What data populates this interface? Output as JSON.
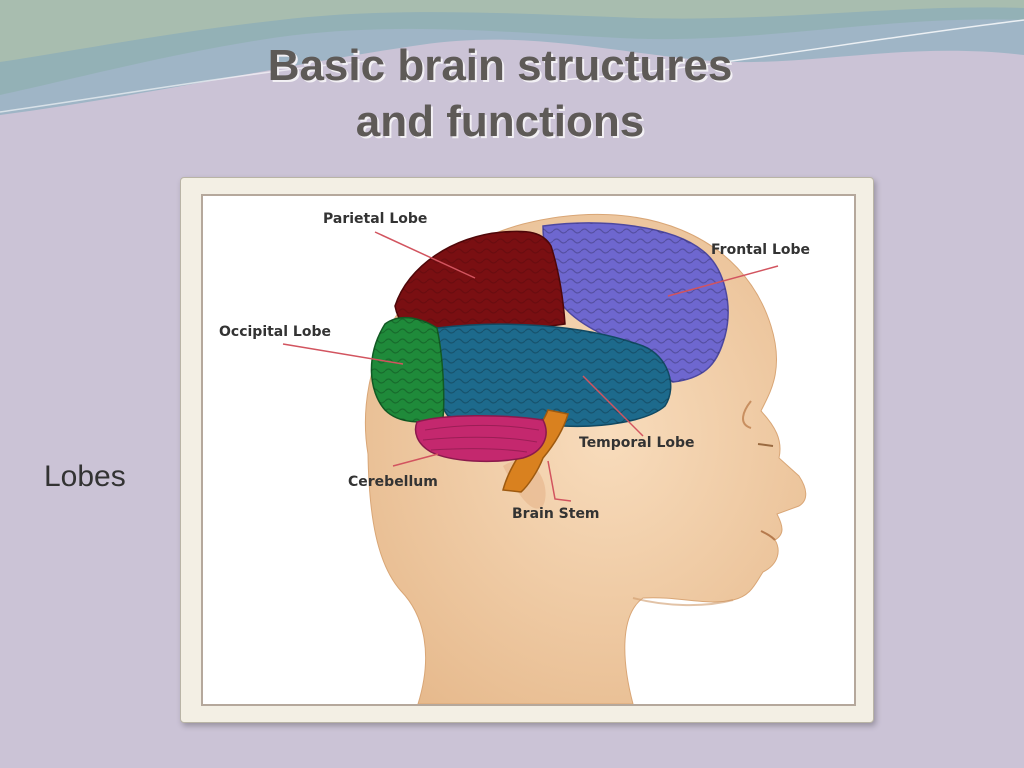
{
  "slide": {
    "title_line1": "Basic brain structures",
    "title_line2": "and functions",
    "side_label": "Lobes"
  },
  "diagram": {
    "labels": {
      "parietal": "Parietal Lobe",
      "frontal": "Frontal Lobe",
      "occipital": "Occipital Lobe",
      "temporal": "Temporal Lobe",
      "cerebellum": "Cerebellum",
      "brain_stem": "Brain Stem"
    }
  },
  "colors": {
    "background": "#cbc3d6",
    "title": "#5e5a57",
    "parietal": "#7a0f12",
    "frontal": "#6e67cf",
    "occipital": "#1f8a3a",
    "temporal": "#1d6a8c",
    "cerebellum": "#c4286e",
    "brain_stem": "#d9811f",
    "skin": "#f4d2ae",
    "leader": "#d2545f"
  }
}
